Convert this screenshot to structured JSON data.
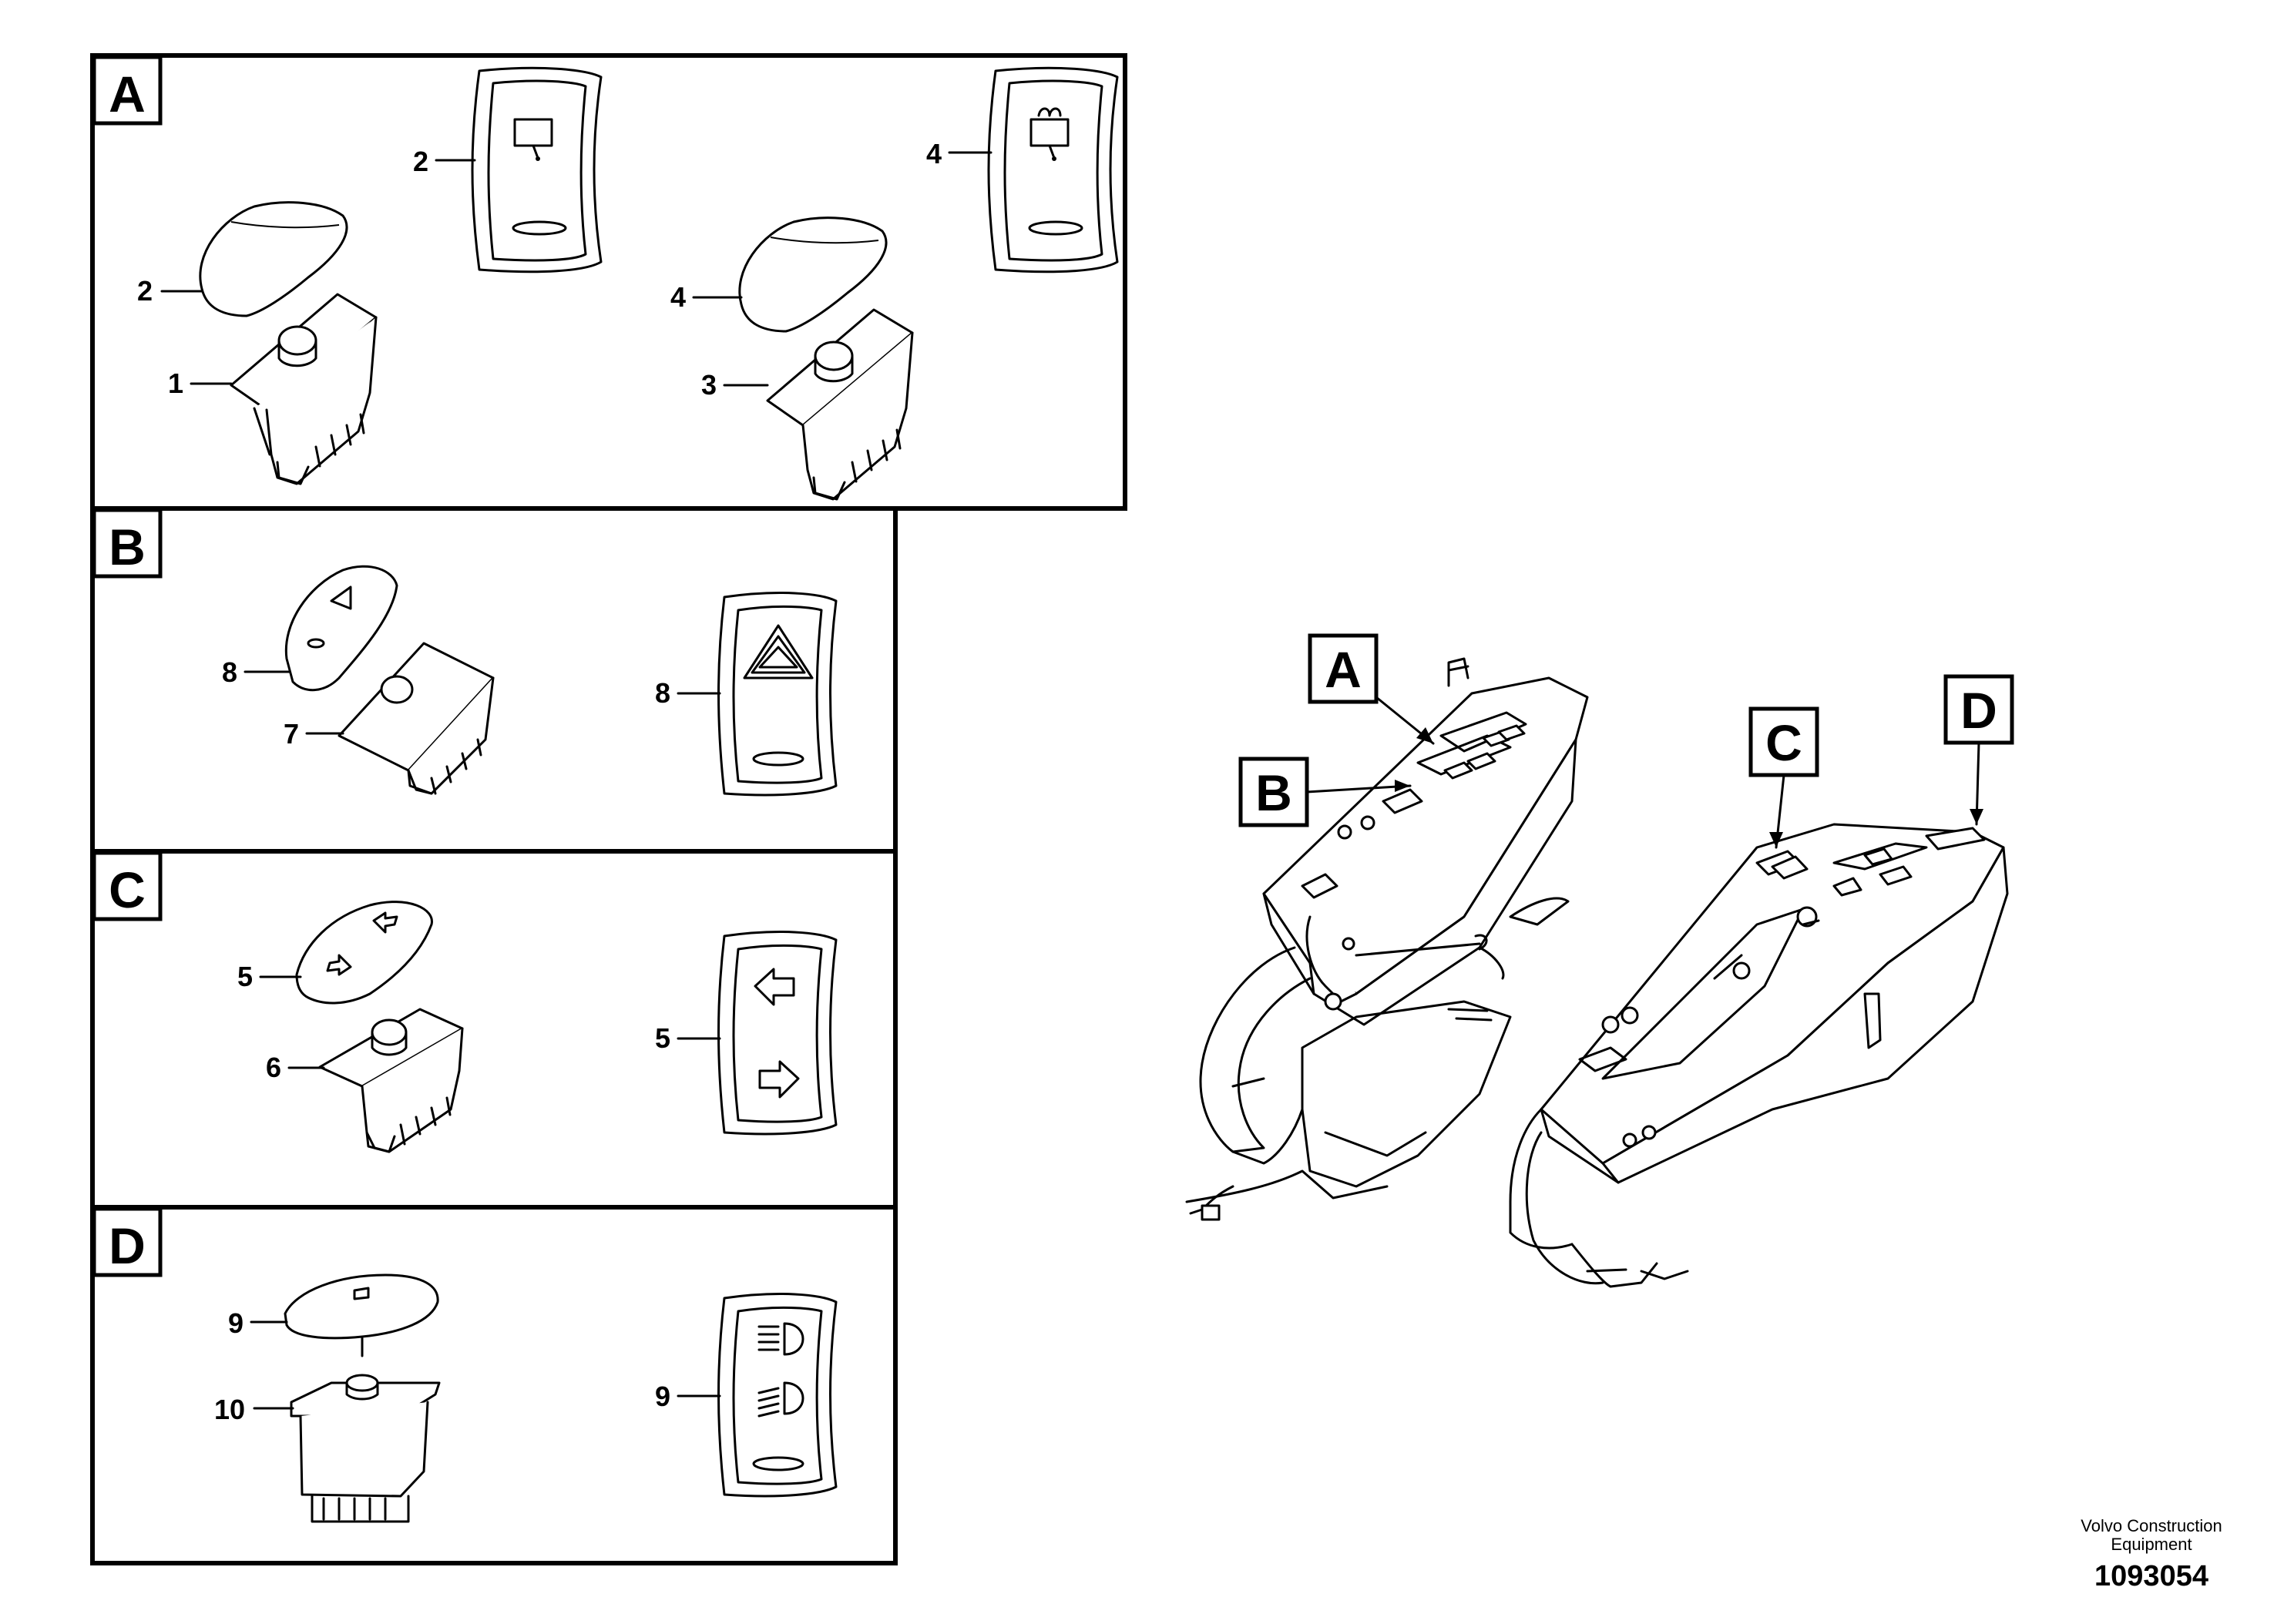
{
  "sections": {
    "A": {
      "label": "A",
      "callouts": [
        "2",
        "1",
        "2",
        "4",
        "3",
        "4"
      ]
    },
    "B": {
      "label": "B",
      "callouts": [
        "8",
        "7",
        "8"
      ]
    },
    "C": {
      "label": "C",
      "callouts": [
        "5",
        "6",
        "5"
      ]
    },
    "D": {
      "label": "D",
      "callouts": [
        "9",
        "10",
        "9"
      ]
    }
  },
  "overview": {
    "markers": [
      "A",
      "B",
      "C",
      "D"
    ]
  },
  "footer": {
    "company": "Volvo Construction",
    "company_line2": "Equipment",
    "drawing_number": "1093054"
  },
  "icons": [
    "wiper-icon",
    "washer-icon",
    "hazard-warning-icon",
    "direction-arrows-icon",
    "headlight-icon"
  ]
}
